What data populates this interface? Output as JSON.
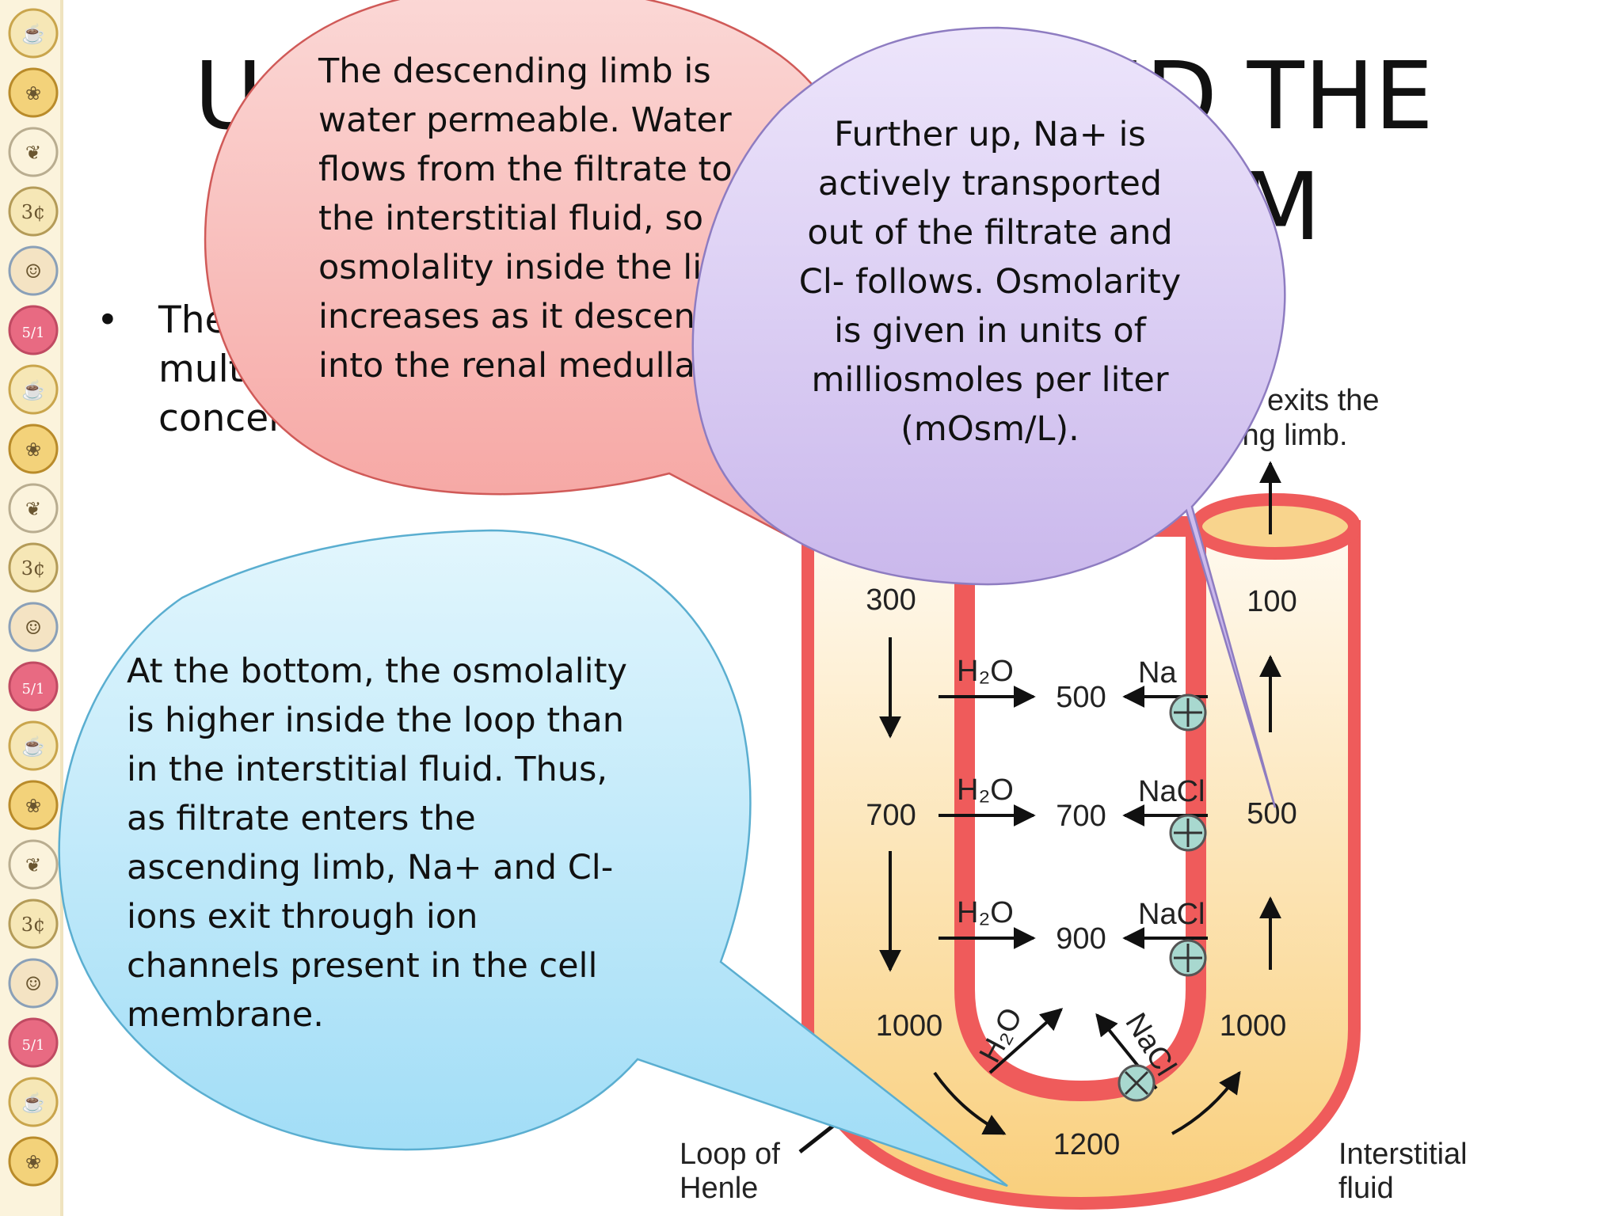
{
  "slide": {
    "title_line1_left": "U",
    "title_line1_right": "ND THE",
    "title_line2_right": "M",
    "bullet_marker": "•",
    "bullet_lines": [
      "The",
      "multip",
      "concentra"
    ]
  },
  "callouts": {
    "descending": {
      "lines": [
        "The descending limb is",
        "water permeable. Water",
        "flows from the filtrate to",
        "the interstitial fluid, so",
        "osmolality inside the li",
        "increases as it descend",
        "into the renal medulla."
      ]
    },
    "further_up": {
      "lines": [
        "Further up, Na+ is",
        "actively transported",
        "out of the filtrate and",
        "Cl- follows. Osmolarity",
        "is given in units of",
        "milliosmoles per liter",
        "(mOsm/L)."
      ]
    },
    "bottom": {
      "lines": [
        "At the bottom, the osmolality",
        "is higher inside the loop than",
        "in the interstitial fluid. Thus,",
        "as filtrate enters the",
        "ascending limb, Na+ and Cl-",
        "ions exit through ion",
        "channels present in the cell",
        "membrane."
      ]
    }
  },
  "diagram": {
    "exit_label_line1": "exits the",
    "exit_label_line2": "ing limb.",
    "descending_values": [
      "300",
      "700",
      "1000"
    ],
    "interstitial_values": [
      "500",
      "700",
      "900"
    ],
    "ascending_values": [
      "100",
      "500",
      "1000"
    ],
    "bottom_value": "1200",
    "water_label": "H₂O",
    "nacl_label": "NaCl",
    "na_partial_label": "Na",
    "bottom_water_label": "H₂O",
    "bottom_nacl_label": "NaCl",
    "loop_label_line1": "Loop of",
    "loop_label_line2": "Henle",
    "interstitial_label_line1": "Interstitial",
    "interstitial_label_line2": "fluid"
  },
  "colors": {
    "tube_red": "#ef5b5b",
    "fluid_top": "#fffaf0",
    "fluid_bottom": "#f9cf7c",
    "pump_fill": "#a8d8cf",
    "descending_callout_top": "#fbd8d6",
    "descending_callout_bottom": "#f6a4a1",
    "further_up_callout_top": "#ede5fb",
    "further_up_callout_bottom": "#bca6e6",
    "bottom_callout_top": "#e2f6fd",
    "bottom_callout_bottom": "#9edcf6"
  },
  "film_strip": {
    "icons": [
      "teacup-icon",
      "cake-icon",
      "spoon-icon",
      "price-3c-icon",
      "shopper-icon",
      "price-5-for-1-icon"
    ]
  }
}
